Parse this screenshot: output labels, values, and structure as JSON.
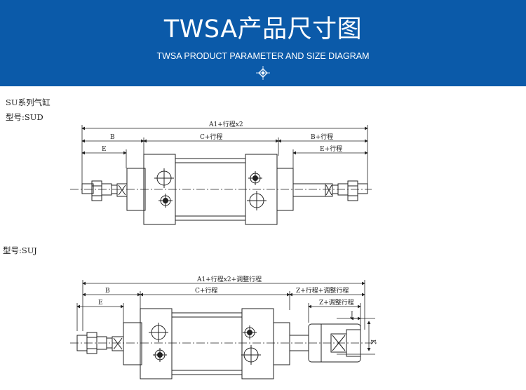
{
  "banner": {
    "title": "TWSA产品尺寸图",
    "subtitle": "TWSA PRODUCT PARAMETER AND SIZE DIAGRAM",
    "background": "#0b5aa9",
    "icon": "crosshair-diamond-icon"
  },
  "sud": {
    "series_label": "SU系列气缸",
    "model_label": "型号:SUD",
    "dims": {
      "a1": "A1+行程x2",
      "b": "B",
      "c": "C+行程",
      "b_stroke": "B+行程",
      "e": "E",
      "e_stroke": "E+行程"
    }
  },
  "suj": {
    "model_label": "型号:SUJ",
    "dims": {
      "a1": "A1+行程x2+调整行程",
      "b": "B",
      "c": "C+行程",
      "z_full": "Z+行程+调整行程",
      "e": "E",
      "z_adj": "Z+调整行程",
      "j": "J",
      "k": "K"
    }
  }
}
